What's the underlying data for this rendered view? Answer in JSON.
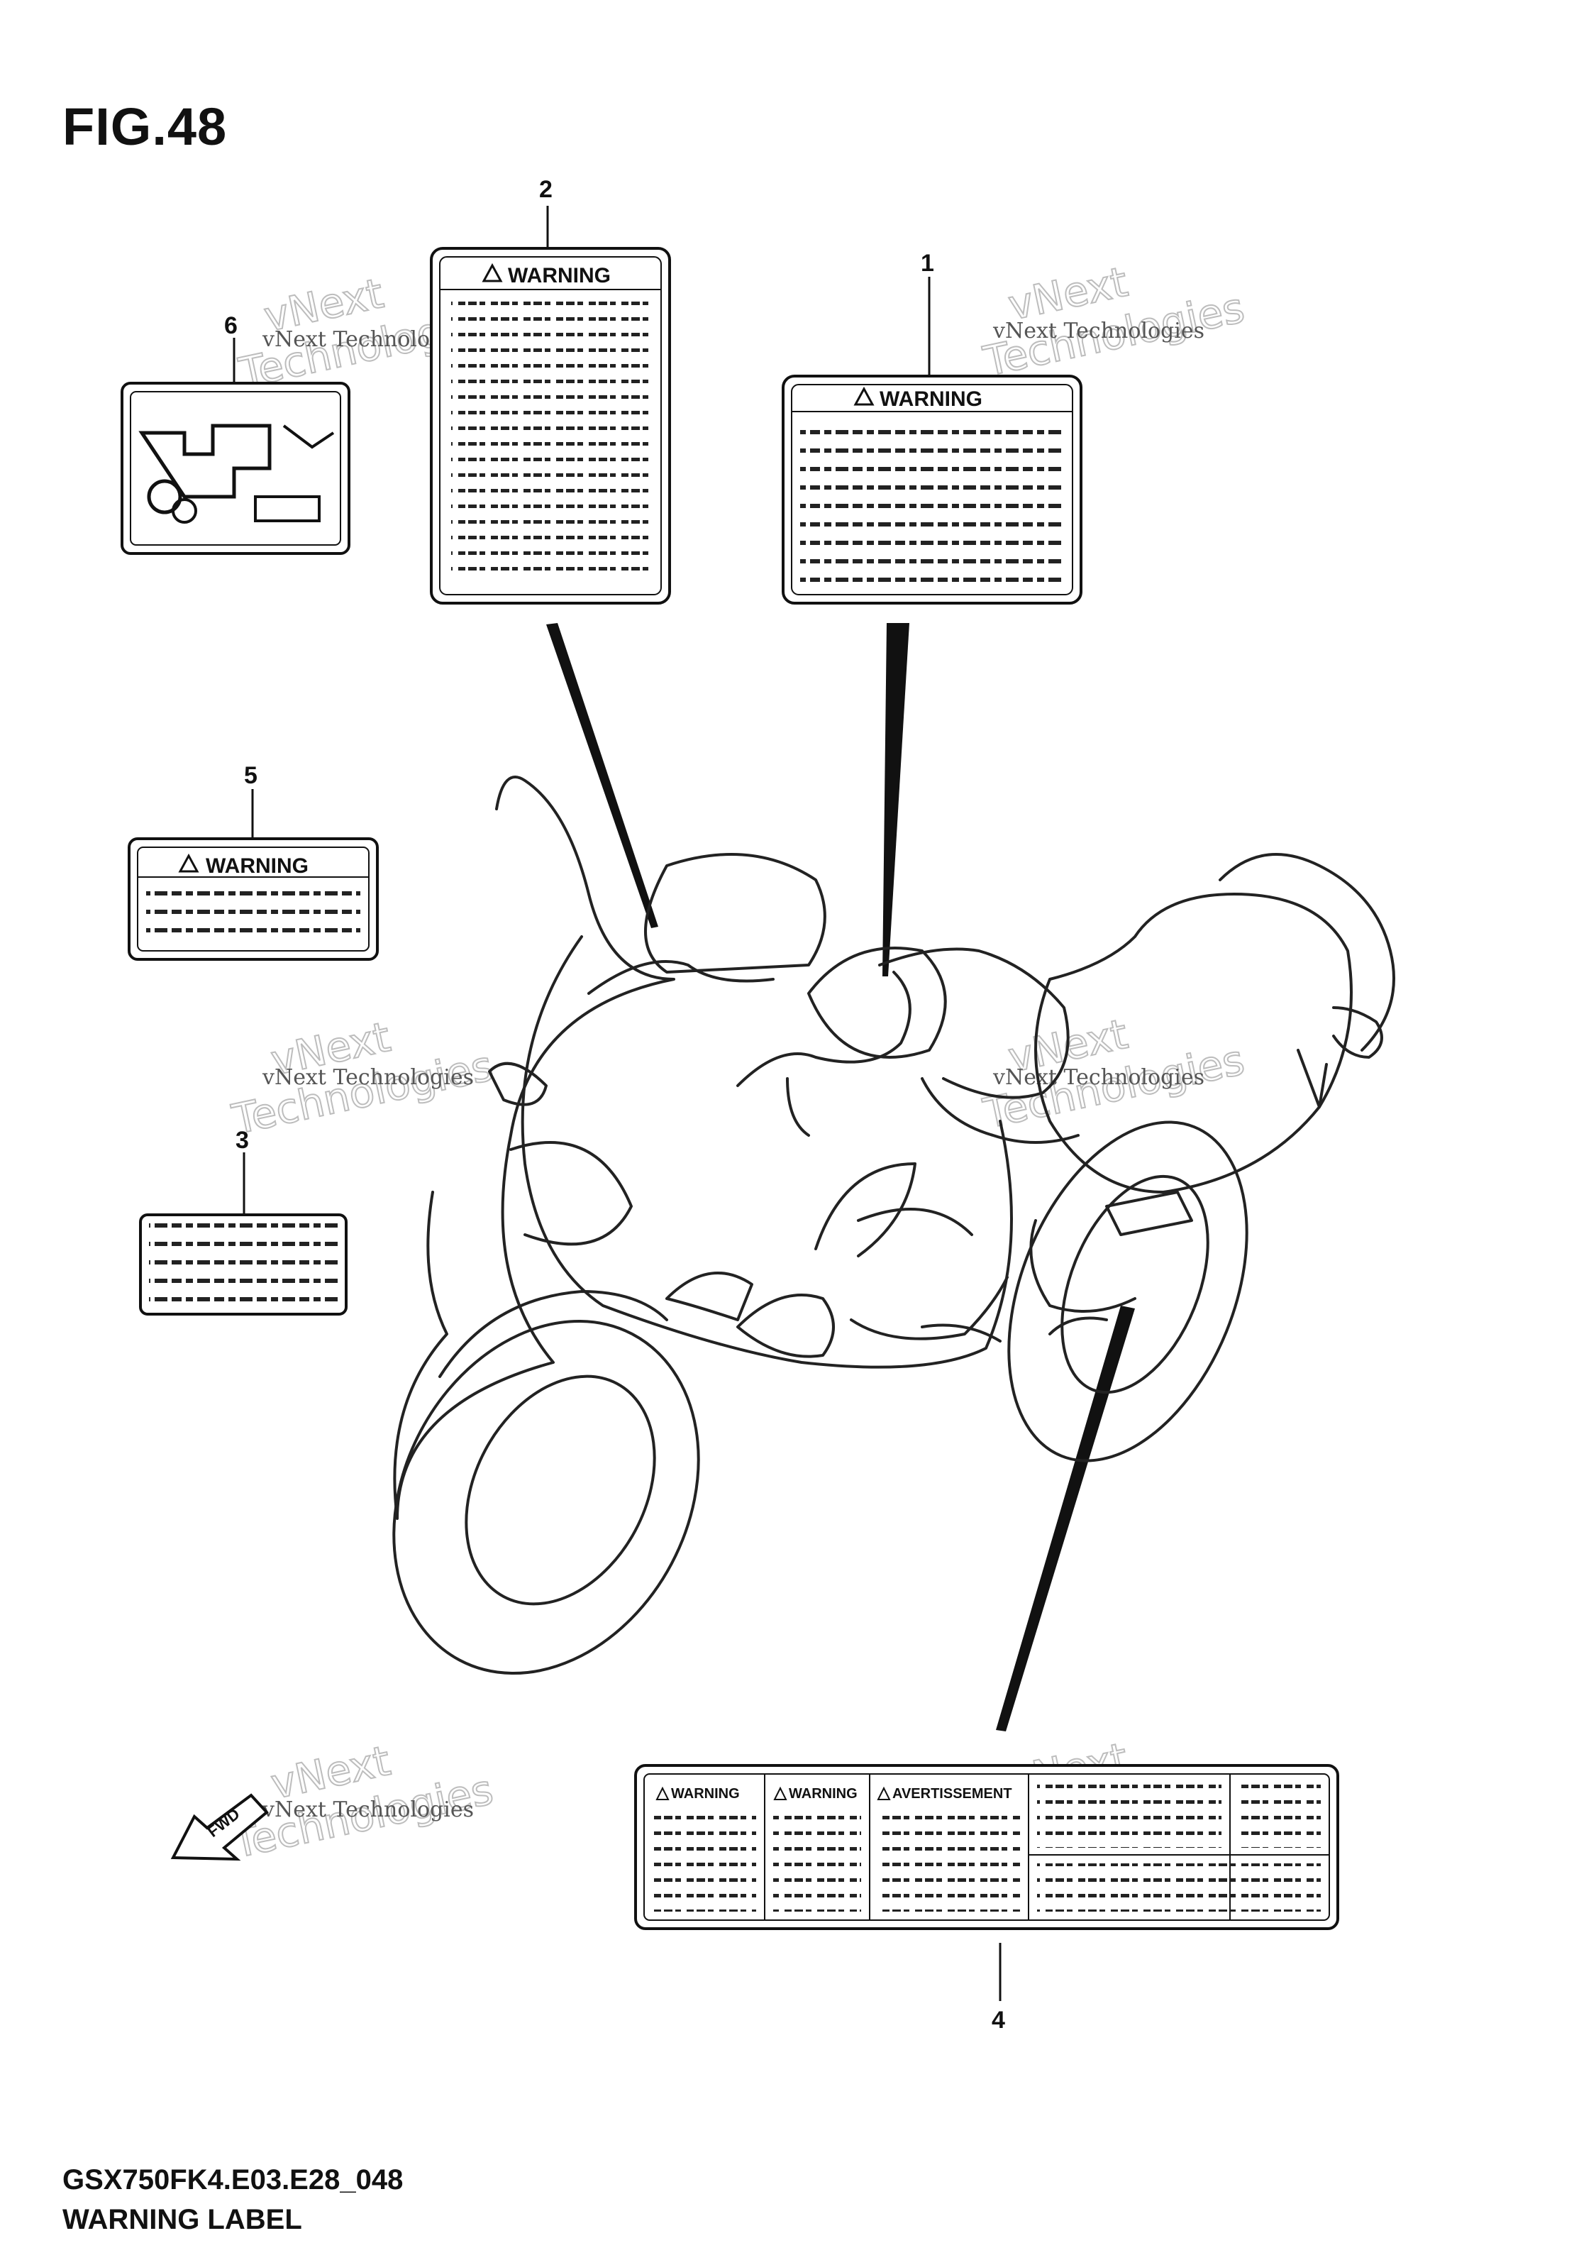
{
  "figure": {
    "title": "FIG.48",
    "code": "GSX750FK4.E03.E28_048",
    "name": "WARNING LABEL"
  },
  "callouts": [
    {
      "label": "1"
    },
    {
      "label": "2"
    },
    {
      "label": "3"
    },
    {
      "label": "4"
    },
    {
      "label": "5"
    },
    {
      "label": "6"
    }
  ],
  "labels": {
    "warning_heading": "WARNING",
    "avertissement_heading": "AVERTISSEMENT"
  },
  "watermark": {
    "line1": "vNext",
    "line2": "Technologies",
    "small": "vNext Technologies"
  },
  "direction_arrow": {
    "label": "FWD"
  },
  "icons": [
    "warning-triangle-icon",
    "forward-arrow-icon"
  ]
}
